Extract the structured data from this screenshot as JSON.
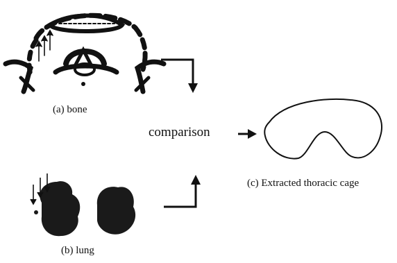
{
  "figure": {
    "labels": {
      "bone": "(a) bone",
      "lung": "(b) lung",
      "comparison": "comparison",
      "cage": "(c) Extracted thoracic cage"
    },
    "icons": {
      "bone": "bone-ct-slice-icon",
      "lung": "lung-ct-slice-icon",
      "cage": "thoracic-cage-outline-icon"
    }
  }
}
